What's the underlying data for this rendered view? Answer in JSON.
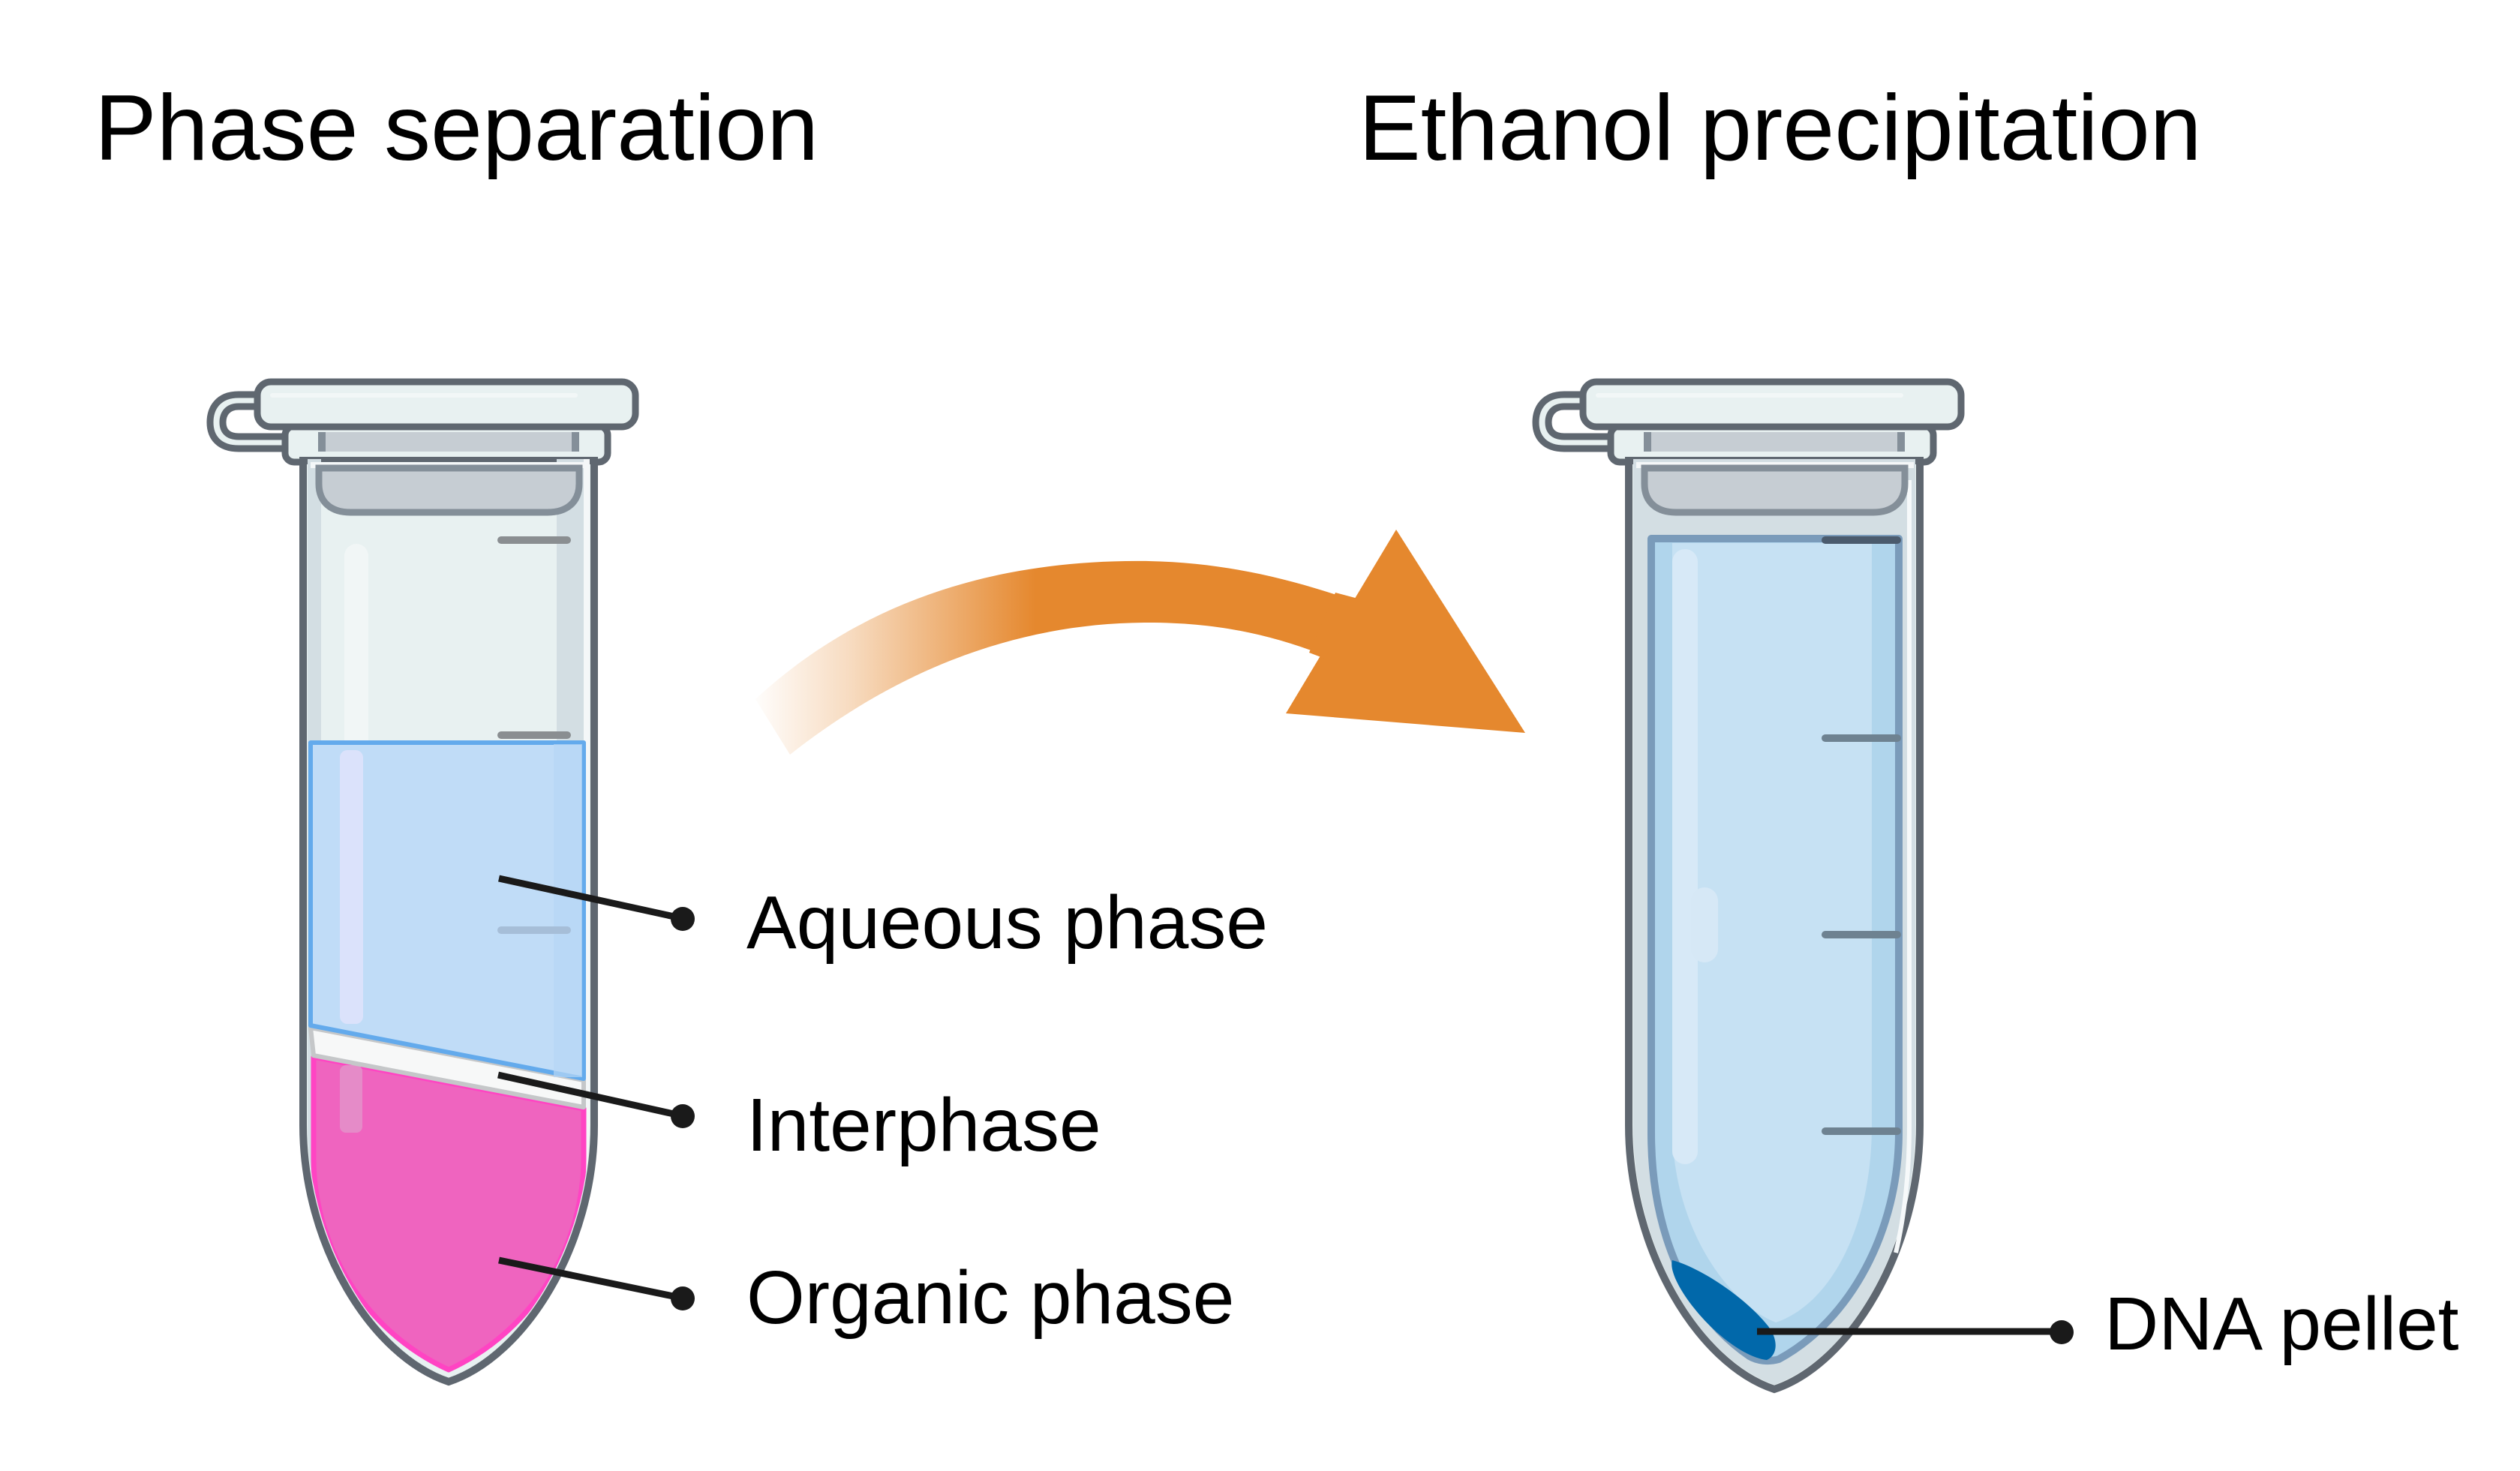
{
  "panels": [
    {
      "id": "phase-separation",
      "title": "Phase separation",
      "labels": [
        "Aqueous phase",
        "Interphase",
        "Organic phase"
      ]
    },
    {
      "id": "ethanol-precipitation",
      "title": "Ethanol precipitation",
      "labels": [
        "DNA pellet"
      ]
    }
  ],
  "arrow": {
    "icon": "curved-arrow-right-icon",
    "direction": "left-to-right"
  },
  "colors": {
    "arrow": "#e5882e",
    "aqueous": "#c0dcf7",
    "aqueous_border": "#63aaec",
    "organic": "#ef64bf",
    "organic_border": "#ff44c3",
    "interphase": "#f7f8f8",
    "ethanol": "#c6e1f3",
    "pellet": "#0168aa",
    "tube_outline": "#5f6770",
    "tube_glass": "#e8f1f1"
  }
}
